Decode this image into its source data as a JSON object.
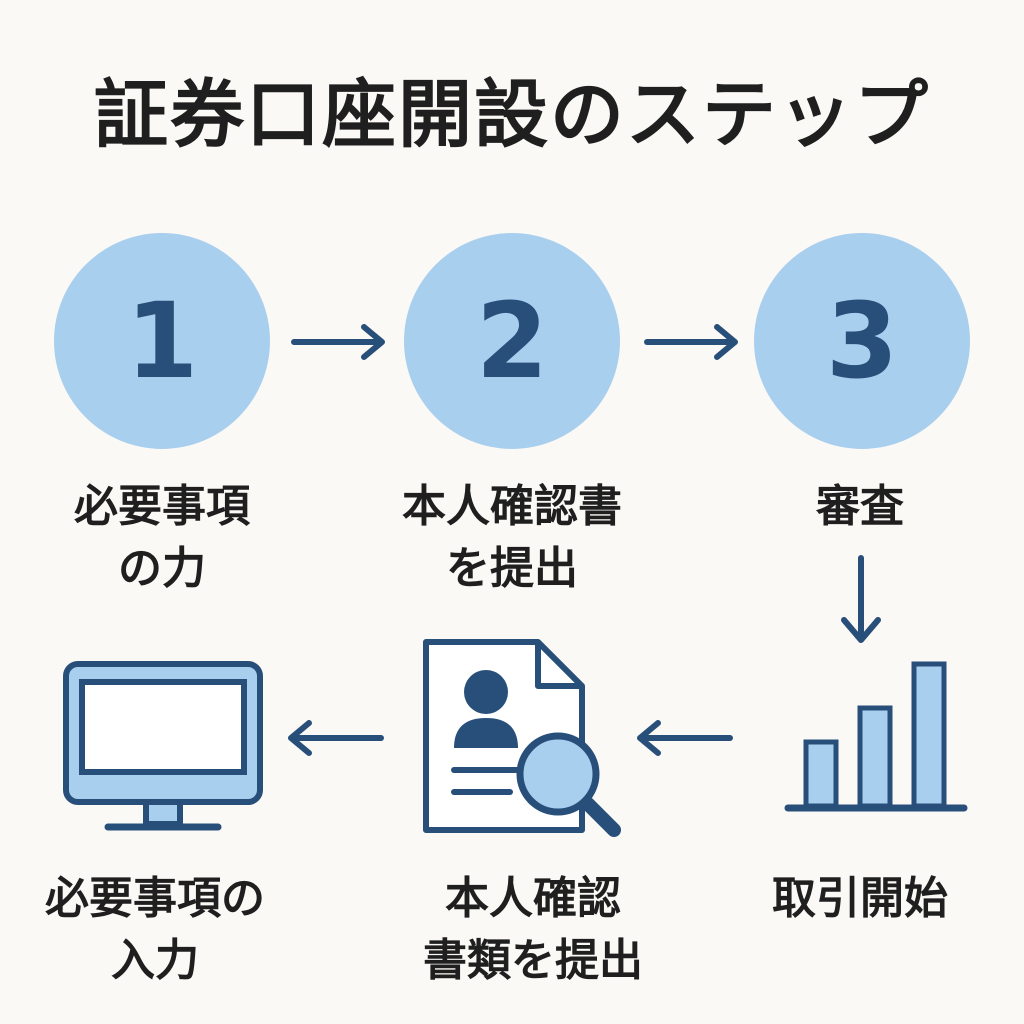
{
  "title": "証券口座開設のステップ",
  "steps": [
    {
      "number": "1",
      "label_lines": [
        "必要事項",
        "の力"
      ]
    },
    {
      "number": "2",
      "label_lines": [
        "本人確認書",
        "を提出"
      ]
    },
    {
      "number": "3",
      "label_lines": [
        "審査"
      ]
    }
  ],
  "bottom_steps": [
    {
      "icon": "monitor-icon",
      "label_lines": [
        "必要事項の",
        "入力"
      ]
    },
    {
      "icon": "document-search-icon",
      "label_lines": [
        "本人確認",
        "書類を提出"
      ]
    },
    {
      "icon": "bar-chart-icon",
      "label_lines": [
        "取引開始"
      ]
    }
  ],
  "colors": {
    "background": "#FBF9F6",
    "circle_fill": "#A9CFEE",
    "accent_dark": "#284F7A",
    "text": "#1F1F1F"
  }
}
